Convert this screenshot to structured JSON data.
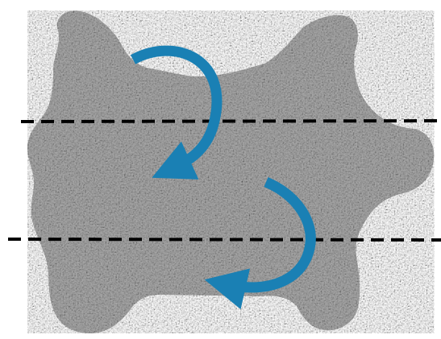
{
  "figure": {
    "colors": {
      "background": "#ffffff",
      "shape_fill": "#a9a9a9",
      "shape_texture_dark": "#7e7e7e",
      "shape_texture_light": "#d8d8d8",
      "fold_line": "#000000",
      "arrow": "#1a80b4"
    },
    "fold_lines": [
      {
        "name": "upper-fold-line",
        "style": "dashed"
      },
      {
        "name": "lower-fold-line",
        "style": "dashed"
      }
    ],
    "arrows": [
      {
        "name": "upper-fold-arrow",
        "direction": "clockwise"
      },
      {
        "name": "lower-fold-arrow",
        "direction": "clockwise"
      }
    ]
  }
}
